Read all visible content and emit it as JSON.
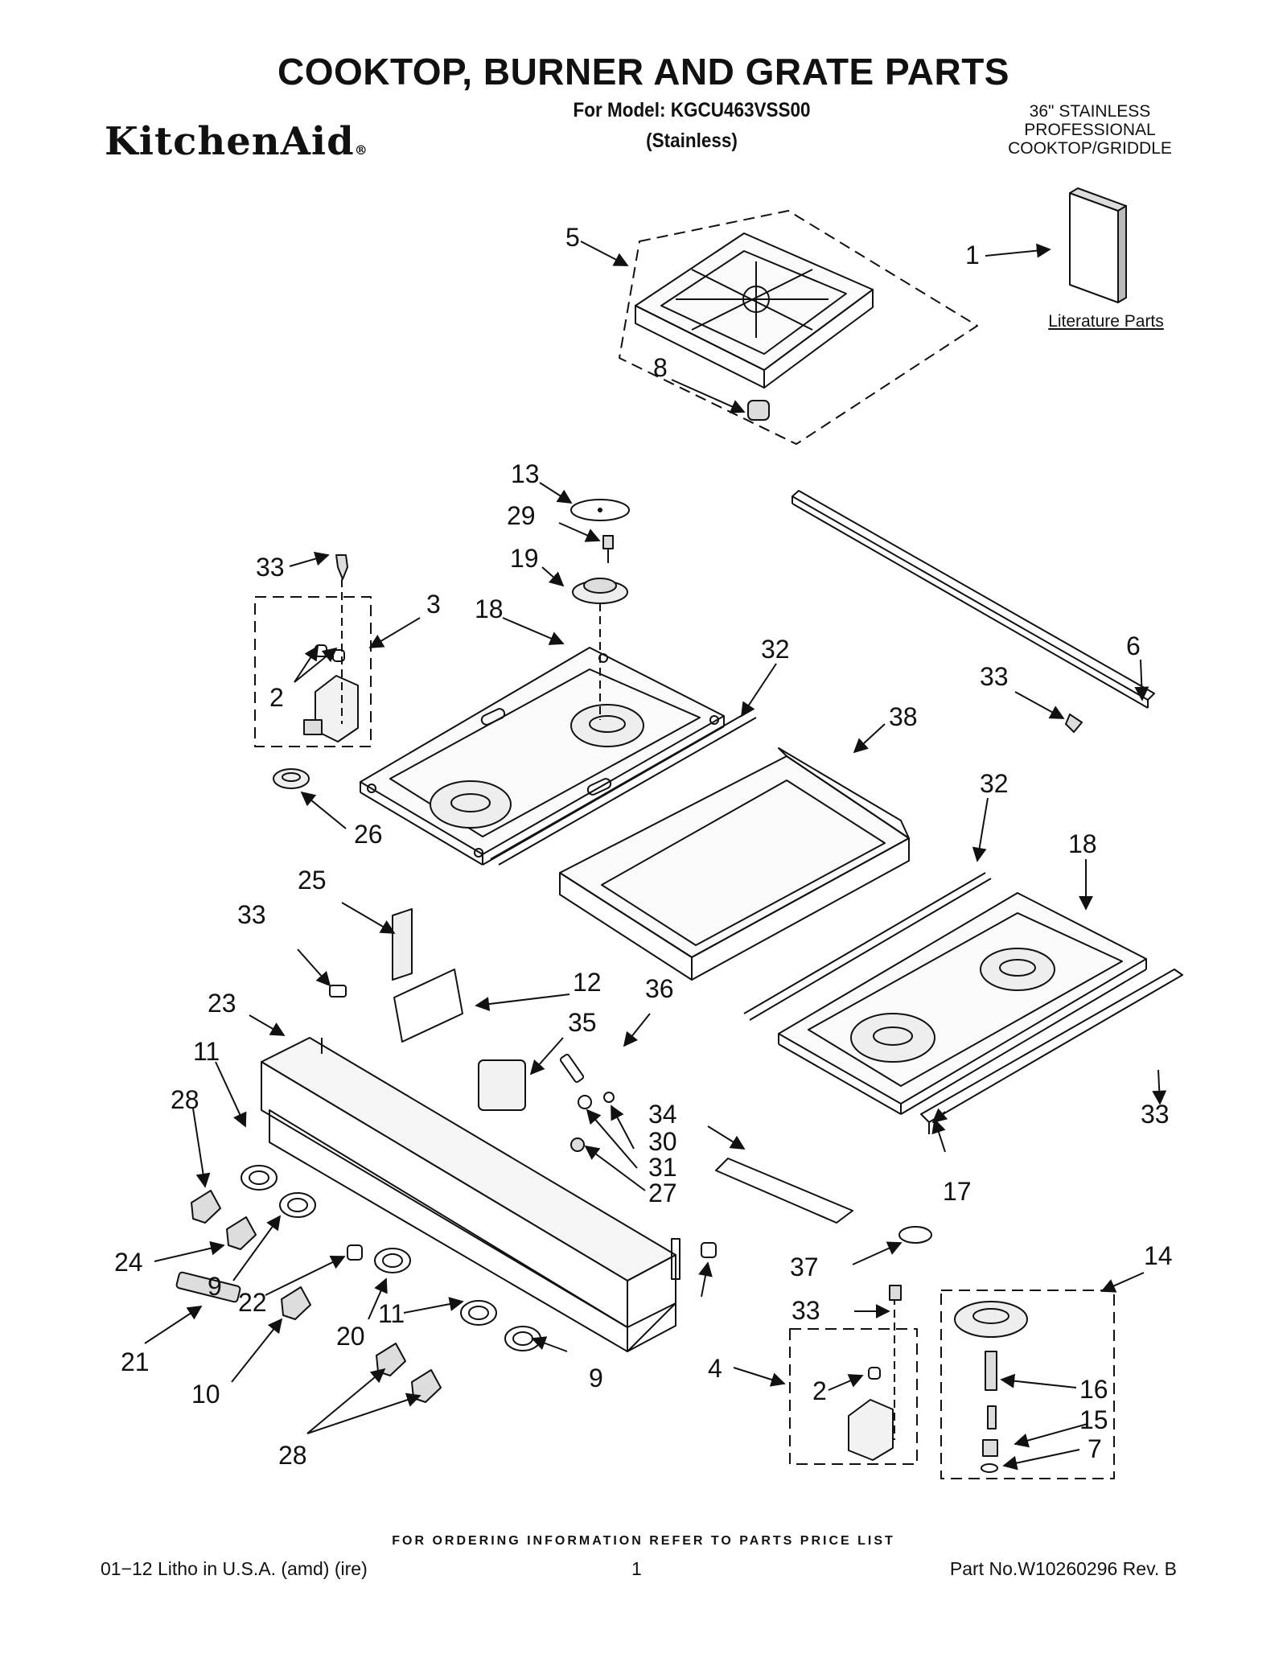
{
  "header": {
    "title": "COOKTOP, BURNER AND GRATE PARTS",
    "model_line": "For Model: KGCU463VSS00",
    "finish_line": "(Stainless)",
    "brand": "KitchenAid",
    "description": [
      "36\" STAINLESS",
      "PROFESSIONAL",
      "COOKTOP/GRIDDLE"
    ]
  },
  "literature_label": "Literature Parts",
  "diagram": {
    "callouts": [
      "5",
      "1",
      "8",
      "13",
      "29",
      "33",
      "19",
      "3",
      "18",
      "2",
      "32",
      "6",
      "33",
      "38",
      "26",
      "32",
      "18",
      "25",
      "33",
      "12",
      "36",
      "23",
      "35",
      "11",
      "28",
      "34",
      "33",
      "30",
      "31",
      "27",
      "17",
      "24",
      "9",
      "37",
      "14",
      "22",
      "33",
      "20",
      "11",
      "21",
      "10",
      "4",
      "2",
      "16",
      "15",
      "9",
      "7",
      "28"
    ]
  },
  "footer": {
    "note": "FOR ORDERING INFORMATION REFER TO PARTS PRICE LIST",
    "left": "01−12  Litho in U.S.A. (amd) (ire)",
    "page": "1",
    "part_no": "Part No.W10260296 Rev. B"
  }
}
